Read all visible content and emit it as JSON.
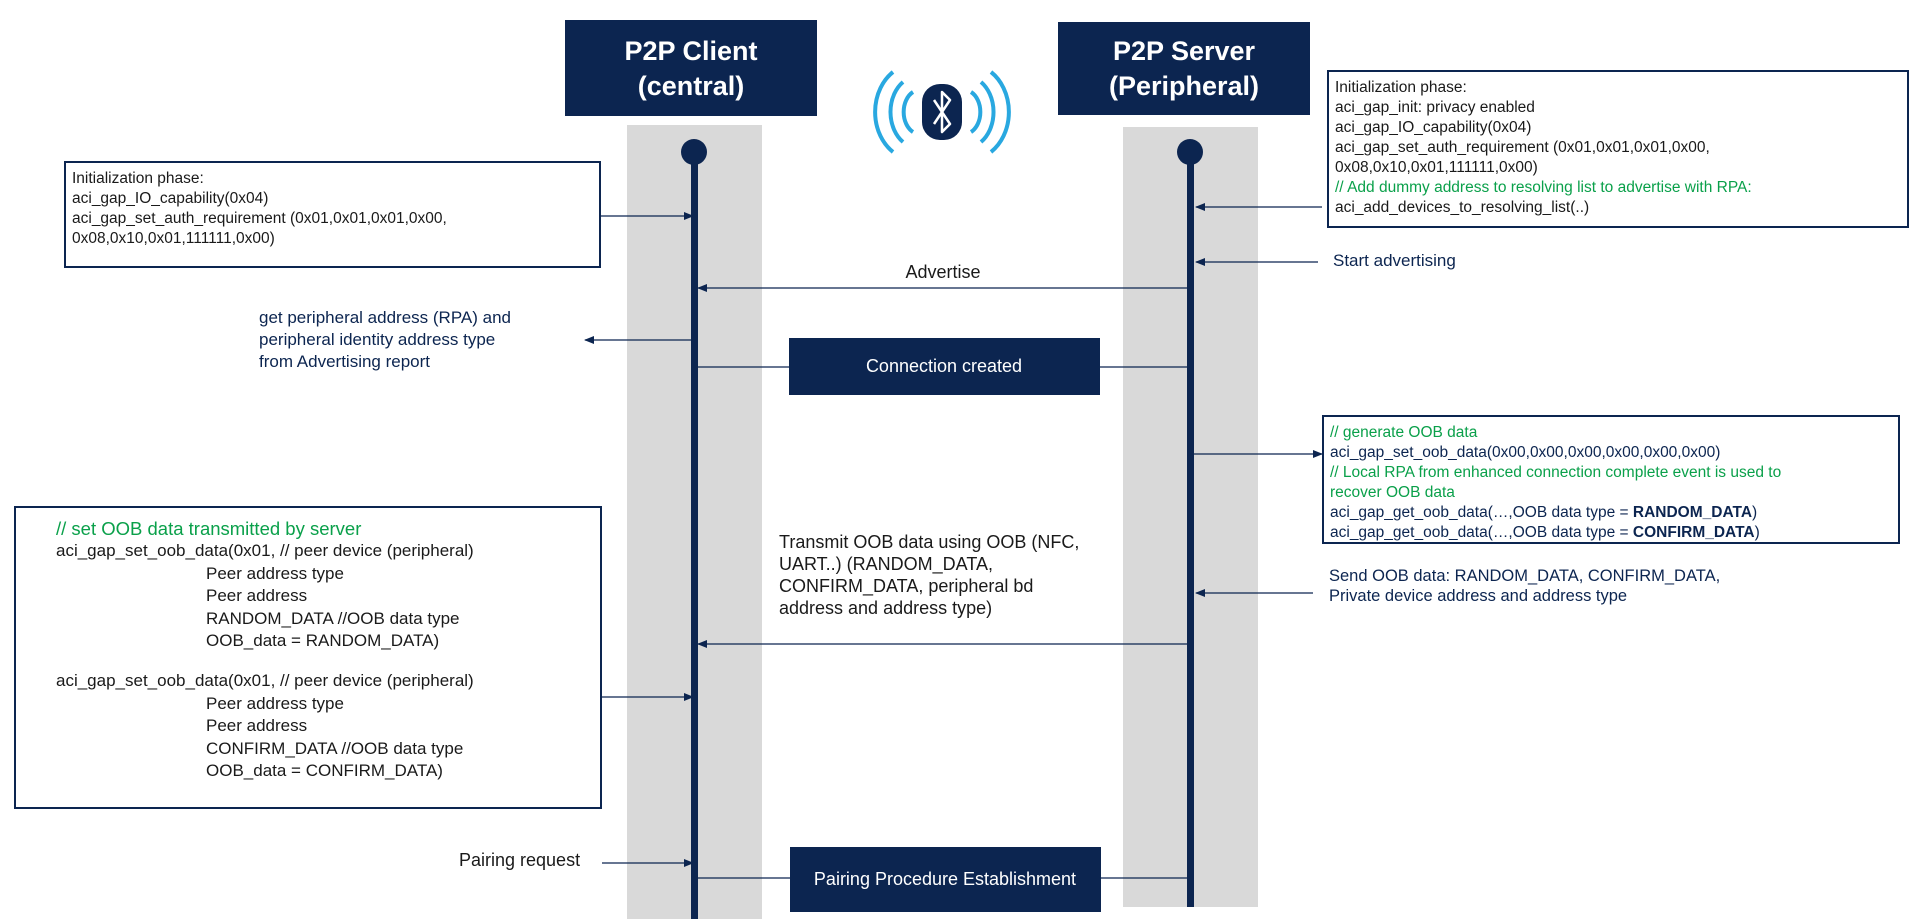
{
  "client": {
    "title_line1": "P2P Client",
    "title_line2": "(central)"
  },
  "server": {
    "title_line1": "P2P Server",
    "title_line2": "(Peripheral)"
  },
  "bluetooth_icon": "bluetooth-icon",
  "colors": {
    "navy": "#0c2550",
    "lane": "#d9d9d9",
    "green": "#0aa04a",
    "bt_blue": "#29a8e0"
  },
  "client_init": {
    "lines": [
      "Initialization phase:",
      "aci_gap_IO_capability(0x04)",
      "aci_gap_set_auth_requirement (0x01,0x01,0x01,0x00,",
      "0x08,0x10,0x01,111111,0x00)"
    ]
  },
  "server_init": {
    "lines": [
      "Initialization phase:",
      "aci_gap_init: privacy enabled",
      "aci_gap_IO_capability(0x04)",
      "aci_gap_set_auth_requirement (0x01,0x01,0x01,0x00,",
      "0x08,0x10,0x01,111111,0x00)"
    ],
    "comment": "// Add dummy address to resolving list to advertise with RPA:",
    "last": "aci_add_devices_to_resolving_list(..)"
  },
  "start_advertising": "Start advertising",
  "advertise": "Advertise",
  "get_address": {
    "line1": "get peripheral address (RPA) and",
    "line2": "peripheral  identity address type",
    "line3": "from Advertising report"
  },
  "connection_created": "Connection created",
  "oob_server": {
    "comment1": "// generate OOB data",
    "line1": "aci_gap_set_oob_data(0x00,0x00,0x00,0x00,0x00,0x00)",
    "comment2": "// Local RPA from enhanced connection complete event is used to",
    "comment3": "recover OOB data",
    "get1_prefix": "aci_gap_get_oob_data(…,OOB data type = ",
    "get1_bold": "RANDOM_DATA",
    "get2_prefix": "aci_gap_get_oob_data(…,OOB data type = ",
    "get2_bold": "CONFIRM_DATA",
    "close": ")"
  },
  "send_oob": {
    "line1": "Send OOB data: RANDOM_DATA, CONFIRM_DATA,",
    "line2": "Private device address and address type"
  },
  "transmit_oob": {
    "line1": "Transmit OOB data using OOB (NFC,",
    "line2": "UART..) (RANDOM_DATA,",
    "line3": "CONFIRM_DATA, peripheral bd",
    "line4": "address and address type)"
  },
  "client_oob": {
    "comment": "// set OOB data transmitted by server",
    "block1": [
      "aci_gap_set_oob_data(0x01, // peer device (peripheral)"
    ],
    "block1_indented": [
      "Peer address type",
      "Peer address",
      "RANDOM_DATA //OOB data type",
      "OOB_data = RANDOM_DATA)"
    ],
    "block2": [
      "aci_gap_set_oob_data(0x01, // peer device (peripheral)"
    ],
    "block2_indented": [
      "Peer address type",
      "Peer address",
      "CONFIRM_DATA //OOB data type",
      "OOB_data = CONFIRM_DATA)"
    ]
  },
  "pairing_request": "Pairing request",
  "pairing_procedure": "Pairing Procedure Establishment"
}
